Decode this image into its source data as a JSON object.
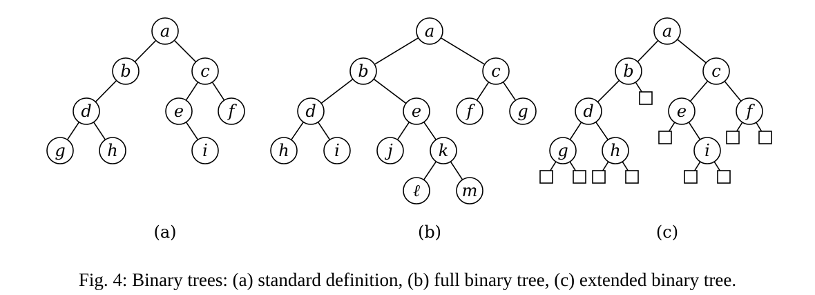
{
  "figure": {
    "caption": "Fig. 4: Binary trees: (a) standard definition, (b) full binary tree, (c) extended binary tree."
  },
  "diagrams": [
    {
      "id": "a",
      "sub_caption": "(a)",
      "nodes": [
        {
          "id": "a",
          "label": "a"
        },
        {
          "id": "b",
          "label": "b"
        },
        {
          "id": "c",
          "label": "c"
        },
        {
          "id": "d",
          "label": "d"
        },
        {
          "id": "e",
          "label": "e"
        },
        {
          "id": "f",
          "label": "f"
        },
        {
          "id": "g",
          "label": "g"
        },
        {
          "id": "h",
          "label": "h"
        },
        {
          "id": "i",
          "label": "i"
        }
      ],
      "edges": [
        [
          "a",
          "b"
        ],
        [
          "a",
          "c"
        ],
        [
          "b",
          "d"
        ],
        [
          "d",
          "g"
        ],
        [
          "d",
          "h"
        ],
        [
          "c",
          "e"
        ],
        [
          "c",
          "f"
        ],
        [
          "e",
          "i"
        ]
      ]
    },
    {
      "id": "b",
      "sub_caption": "(b)",
      "nodes": [
        {
          "id": "a",
          "label": "a"
        },
        {
          "id": "b",
          "label": "b"
        },
        {
          "id": "c",
          "label": "c"
        },
        {
          "id": "d",
          "label": "d"
        },
        {
          "id": "e",
          "label": "e"
        },
        {
          "id": "f",
          "label": "f"
        },
        {
          "id": "g",
          "label": "g"
        },
        {
          "id": "h",
          "label": "h"
        },
        {
          "id": "i",
          "label": "i"
        },
        {
          "id": "j",
          "label": "j"
        },
        {
          "id": "k",
          "label": "k"
        },
        {
          "id": "l",
          "label": "ℓ"
        },
        {
          "id": "m",
          "label": "m"
        }
      ],
      "edges": [
        [
          "a",
          "b"
        ],
        [
          "a",
          "c"
        ],
        [
          "b",
          "d"
        ],
        [
          "b",
          "e"
        ],
        [
          "c",
          "f"
        ],
        [
          "c",
          "g"
        ],
        [
          "d",
          "h"
        ],
        [
          "d",
          "i"
        ],
        [
          "e",
          "j"
        ],
        [
          "e",
          "k"
        ],
        [
          "k",
          "l"
        ],
        [
          "k",
          "m"
        ]
      ]
    },
    {
      "id": "c",
      "sub_caption": "(c)",
      "nodes": [
        {
          "id": "a",
          "label": "a"
        },
        {
          "id": "b",
          "label": "b"
        },
        {
          "id": "c",
          "label": "c"
        },
        {
          "id": "d",
          "label": "d"
        },
        {
          "id": "e",
          "label": "e"
        },
        {
          "id": "f",
          "label": "f"
        },
        {
          "id": "g",
          "label": "g"
        },
        {
          "id": "h",
          "label": "h"
        },
        {
          "id": "i",
          "label": "i"
        }
      ],
      "external_nodes": [
        "b_right",
        "g_left",
        "g_right",
        "h_left",
        "h_right",
        "e_left",
        "i_left",
        "i_right",
        "f_left",
        "f_right"
      ],
      "edges": [
        [
          "a",
          "b"
        ],
        [
          "a",
          "c"
        ],
        [
          "b",
          "d"
        ],
        [
          "b",
          "b_right"
        ],
        [
          "d",
          "g"
        ],
        [
          "d",
          "h"
        ],
        [
          "g",
          "g_left"
        ],
        [
          "g",
          "g_right"
        ],
        [
          "h",
          "h_left"
        ],
        [
          "h",
          "h_right"
        ],
        [
          "c",
          "e"
        ],
        [
          "c",
          "f"
        ],
        [
          "e",
          "e_left"
        ],
        [
          "e",
          "i"
        ],
        [
          "i",
          "i_left"
        ],
        [
          "i",
          "i_right"
        ],
        [
          "f",
          "f_left"
        ],
        [
          "f",
          "f_right"
        ]
      ]
    }
  ]
}
